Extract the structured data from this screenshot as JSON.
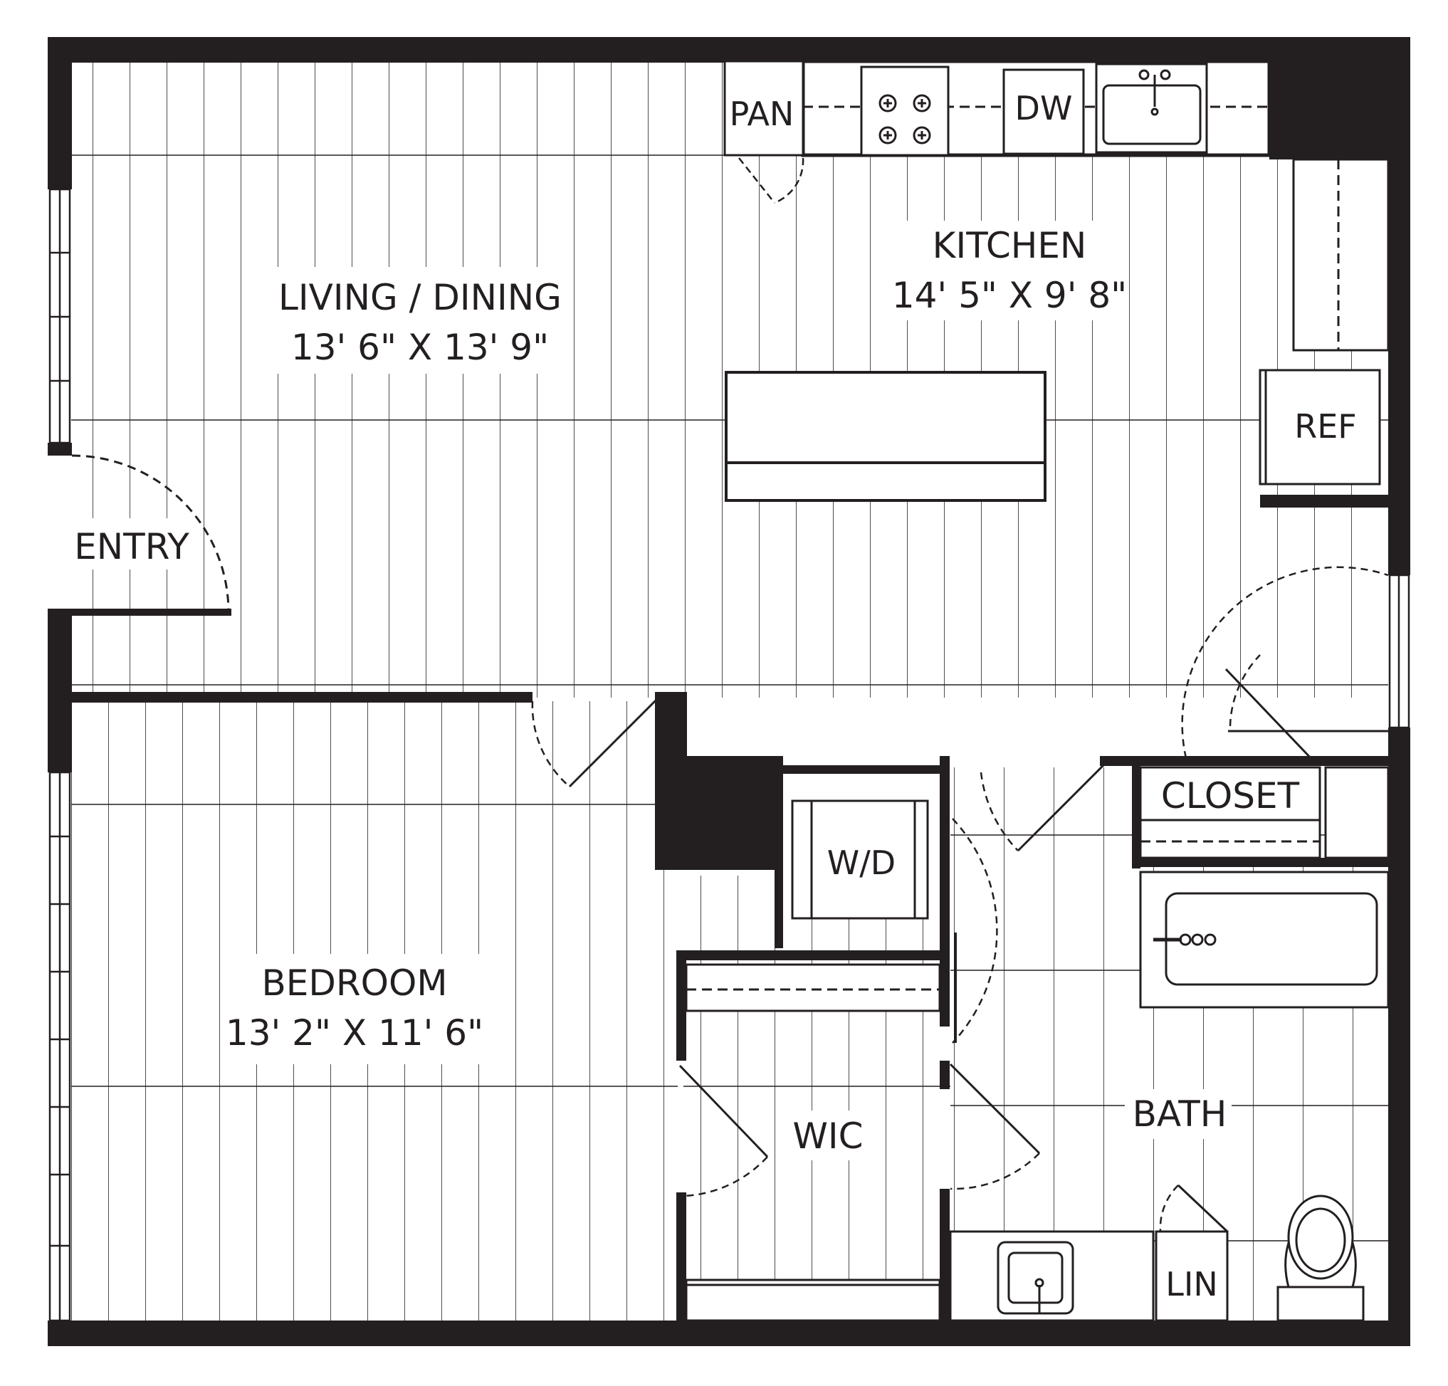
{
  "plan": {
    "colors": {
      "wall": "#231f20",
      "line": "#231f20",
      "floor": "#ffffff"
    },
    "rooms": {
      "living": {
        "name": "LIVING / DINING",
        "dims": "13' 6\" X 13' 9\""
      },
      "kitchen": {
        "name": "KITCHEN",
        "dims": "14' 5\" X 9' 8\""
      },
      "bedroom": {
        "name": "BEDROOM",
        "dims": "13' 2\" X 11' 6\""
      },
      "entry": {
        "name": "ENTRY"
      },
      "closet": {
        "name": "CLOSET"
      },
      "wic": {
        "name": "WIC"
      },
      "bath": {
        "name": "BATH"
      },
      "lin": {
        "name": "LIN"
      }
    },
    "fixtures": {
      "pan": "PAN",
      "dw": "DW",
      "ref": "REF",
      "wd": "W/D"
    }
  }
}
